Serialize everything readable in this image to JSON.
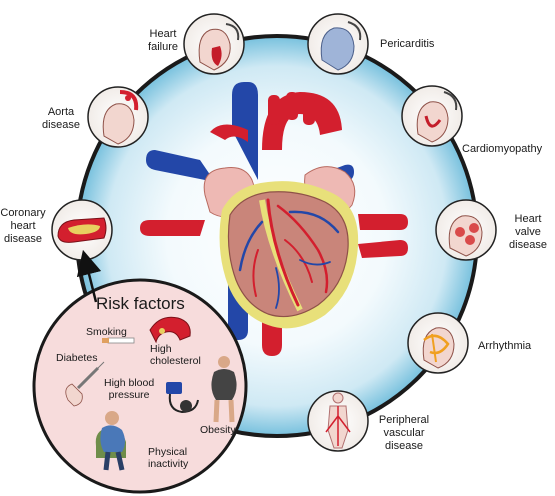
{
  "conditions": {
    "heart_failure": [
      "Heart",
      "failure"
    ],
    "pericarditis": [
      "Pericarditis"
    ],
    "aorta_disease": [
      "Aorta",
      "disease"
    ],
    "cardiomyopathy": [
      "Cardiomyopathy"
    ],
    "coronary_heart_disease": [
      "Coronary",
      "heart",
      "disease"
    ],
    "heart_valve_disease": [
      "Heart",
      "valve",
      "disease"
    ],
    "arrhythmia": [
      "Arrhythmia"
    ],
    "peripheral_vascular_disease": [
      "Peripheral",
      "vascular",
      "disease"
    ]
  },
  "risk_factors": {
    "title": "Risk factors",
    "smoking": [
      "Smoking"
    ],
    "high_cholesterol": [
      "High",
      "cholesterol"
    ],
    "diabetes": [
      "Diabetes"
    ],
    "high_blood_pressure": [
      "High blood",
      "pressure"
    ],
    "obesity": [
      "Obesity"
    ],
    "physical_inactivity": [
      "Physical",
      "inactivity"
    ]
  },
  "colors": {
    "ring_fill": "#dff1f8",
    "ring_center": "#ffffff",
    "ring_edge": "#5bb6d6",
    "artery_red": "#d31f2e",
    "vein_blue": "#2347a8",
    "muscle": "#c9857a",
    "fat_yellow": "#e8e07a",
    "risk_circle_fill": "#f7dcdc"
  }
}
